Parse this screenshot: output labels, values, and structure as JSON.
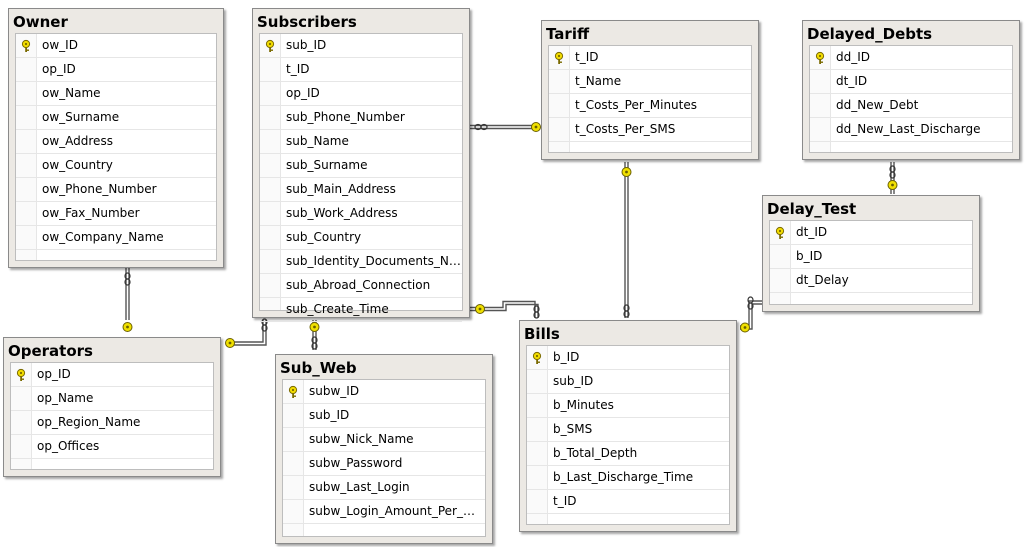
{
  "tables": {
    "owner": {
      "title": "Owner",
      "columns": [
        "ow_ID",
        "op_ID",
        "ow_Name",
        "ow_Surname",
        "ow_Address",
        "ow_Country",
        "ow_Phone_Number",
        "ow_Fax_Number",
        "ow_Company_Name"
      ],
      "primary_key": "ow_ID"
    },
    "subscribers": {
      "title": "Subscribers",
      "columns": [
        "sub_ID",
        "t_ID",
        "op_ID",
        "sub_Phone_Number",
        "sub_Name",
        "sub_Surname",
        "sub_Main_Address",
        "sub_Work_Address",
        "sub_Country",
        "sub_Identity_Documents_Num...",
        "sub_Abroad_Connection",
        "sub_Create_Time"
      ],
      "primary_key": "sub_ID"
    },
    "tariff": {
      "title": "Tariff",
      "columns": [
        "t_ID",
        "t_Name",
        "t_Costs_Per_Minutes",
        "t_Costs_Per_SMS"
      ],
      "primary_key": "t_ID"
    },
    "delayed_debts": {
      "title": "Delayed_Debts",
      "columns": [
        "dd_ID",
        "dt_ID",
        "dd_New_Debt",
        "dd_New_Last_Discharge"
      ],
      "primary_key": "dd_ID"
    },
    "delay_test": {
      "title": "Delay_Test",
      "columns": [
        "dt_ID",
        "b_ID",
        "dt_Delay"
      ],
      "primary_key": "dt_ID"
    },
    "operators": {
      "title": "Operators",
      "columns": [
        "op_ID",
        "op_Name",
        "op_Region_Name",
        "op_Offices"
      ],
      "primary_key": "op_ID"
    },
    "sub_web": {
      "title": "Sub_Web",
      "columns": [
        "subw_ID",
        "sub_ID",
        "subw_Nick_Name",
        "subw_Password",
        "subw_Last_Login",
        "subw_Login_Amount_Per_Mon..."
      ],
      "primary_key": "subw_ID"
    },
    "bills": {
      "title": "Bills",
      "columns": [
        "b_ID",
        "sub_ID",
        "b_Minutes",
        "b_SMS",
        "b_Total_Depth",
        "b_Last_Discharge_Time",
        "t_ID"
      ],
      "primary_key": "b_ID"
    }
  },
  "icons": {
    "primary_key": "key-icon",
    "relationship_one": "key-icon",
    "relationship_many": "infinity-icon"
  },
  "colors": {
    "key": "#e8d800",
    "line": "#555555",
    "table_bg": "#ece9e4"
  }
}
